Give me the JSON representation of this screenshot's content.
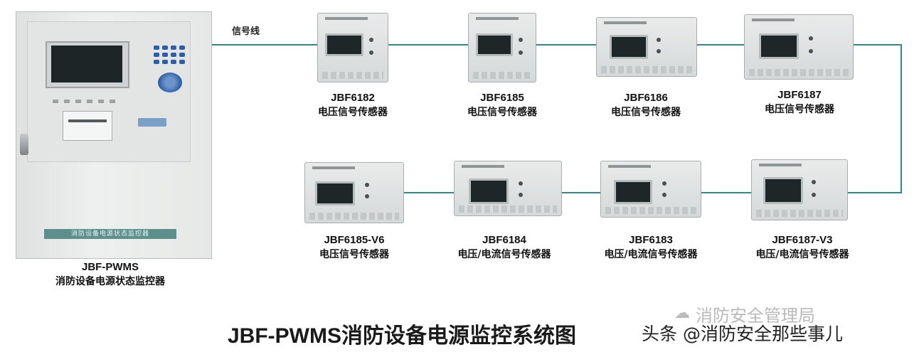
{
  "signal_line_label": "信号线",
  "controller": {
    "model": "JBF-PWMS",
    "name": "消防设备电源状态监控器",
    "nameplate": "消防设备电源状态监控器"
  },
  "sensors_row1": [
    {
      "model": "JBF6182",
      "desc": "电压信号传感器"
    },
    {
      "model": "JBF6185",
      "desc": "电压信号传感器"
    },
    {
      "model": "JBF6186",
      "desc": "电压信号传感器"
    },
    {
      "model": "JBF6187",
      "desc": "电压信号传感器"
    }
  ],
  "sensors_row2": [
    {
      "model": "JBF6185-V6",
      "desc": "电压信号传感器"
    },
    {
      "model": "JBF6184",
      "desc": "电压/电流信号传感器"
    },
    {
      "model": "JBF6183",
      "desc": "电压/电流信号传感器"
    },
    {
      "model": "JBF6187-V3",
      "desc": "电压/电流信号传感器"
    }
  ],
  "title": {
    "prefix": "JBF-PWMS",
    "text": "消防设备电源监控系统图"
  },
  "watermark": {
    "text": "头条 @消防安全那些事儿",
    "behind_text": "消防安全管理局"
  },
  "colors": {
    "wire": "#2f8a86",
    "nameplate": "#5d8f8c",
    "lcd": "#1f2628",
    "keypad": "#2c5fa8"
  }
}
